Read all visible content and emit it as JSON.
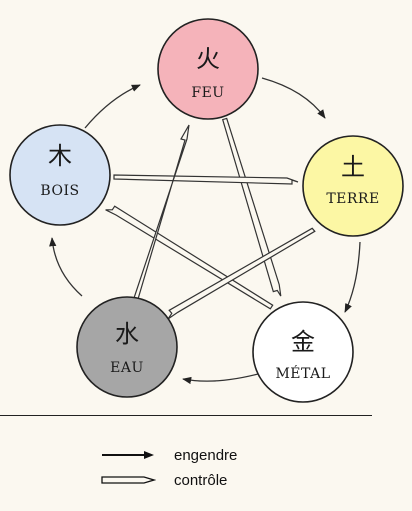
{
  "elements": [
    {
      "char": "火",
      "label": "FEU",
      "color": "#f5b3ba"
    },
    {
      "char": "土",
      "label": "TERRE",
      "color": "#fcf7a4"
    },
    {
      "char": "金",
      "label": "MÉTAL",
      "color": "#ffffff"
    },
    {
      "char": "水",
      "label": "EAU",
      "color": "#a6a6a6"
    },
    {
      "char": "木",
      "label": "BOIS",
      "color": "#d6e3f4"
    }
  ],
  "legend": {
    "generates": "engendre",
    "controls": "contrôle"
  }
}
